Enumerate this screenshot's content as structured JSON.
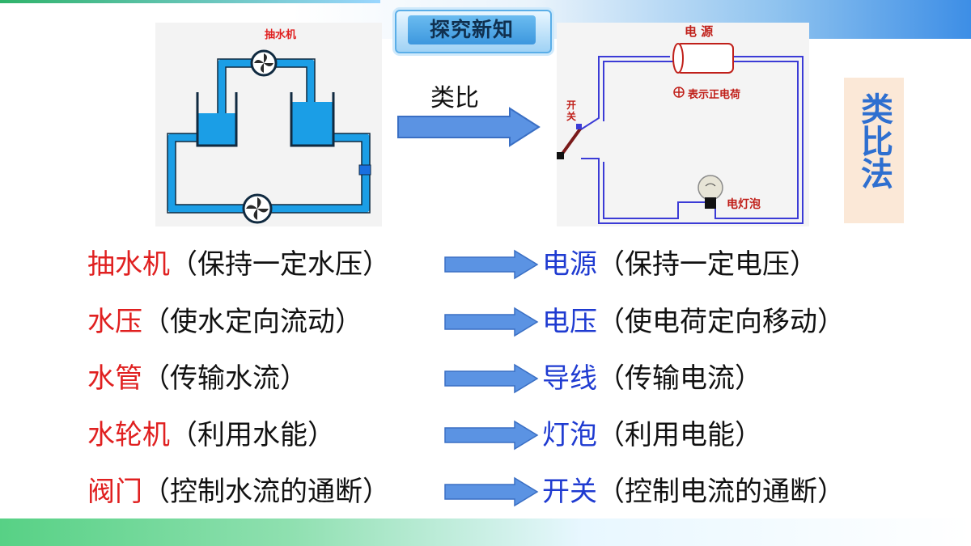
{
  "header": {
    "title": "探究新知"
  },
  "diagram": {
    "water_label": "抽水机",
    "analogy_label": "类比",
    "circuit": {
      "power_label": "电 源",
      "positive_note": "表示正电荷",
      "switch_label": "开关",
      "bulb_label": "电灯泡"
    }
  },
  "side_tag": {
    "text": "类比法"
  },
  "rows": [
    {
      "left_term": "抽水机",
      "left_desc": "（保持一定水压）",
      "right_term": "电源",
      "right_desc": "（保持一定电压）"
    },
    {
      "left_term": "水压",
      "left_desc": "（使水定向流动）",
      "right_term": "电压",
      "right_desc": "（使电荷定向移动）"
    },
    {
      "left_term": "水管",
      "left_desc": "（传输水流）",
      "right_term": "导线",
      "right_desc": "（传输电流）"
    },
    {
      "left_term": "水轮机",
      "left_desc": "（利用水能）",
      "right_term": "灯泡",
      "right_desc": "（利用电能）"
    },
    {
      "left_term": "阀门",
      "left_desc": "（控制水流的通断）",
      "right_term": "开关",
      "right_desc": "（控制电流的通断）"
    }
  ],
  "colors": {
    "water_blue": "#1b9ee6",
    "term_red": "#e02020",
    "term_blue": "#1f3bd1",
    "arrow_blue": "#4a86e0"
  }
}
